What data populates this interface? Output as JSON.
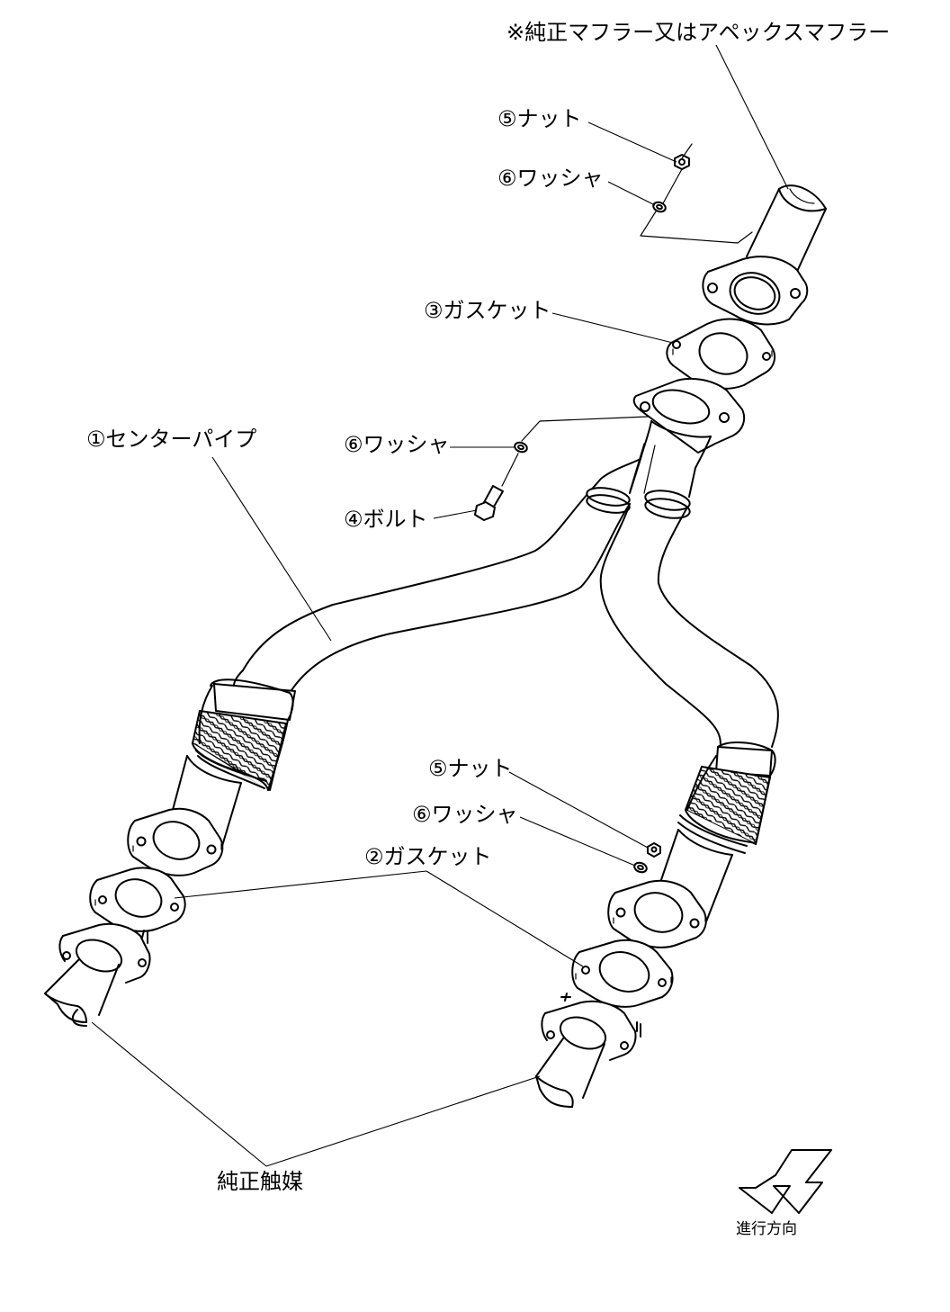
{
  "labels": {
    "muffler_note": "※純正マフラー又はアペックスマフラー",
    "nut_top": "⑤ナット",
    "washer_top": "⑥ワッシャ",
    "gasket_3": "③ガスケット",
    "center_pipe": "①センターパイプ",
    "washer_mid": "⑥ワッシャ",
    "bolt": "④ボルト",
    "nut_bottom": "⑤ナット",
    "washer_bottom": "⑥ワッシャ",
    "gasket_2": "②ガスケット",
    "catalyst": "純正触媒",
    "direction": "進行方向"
  },
  "colors": {
    "line": "#000000",
    "background": "#ffffff",
    "mesh": "#cfcfcf"
  }
}
